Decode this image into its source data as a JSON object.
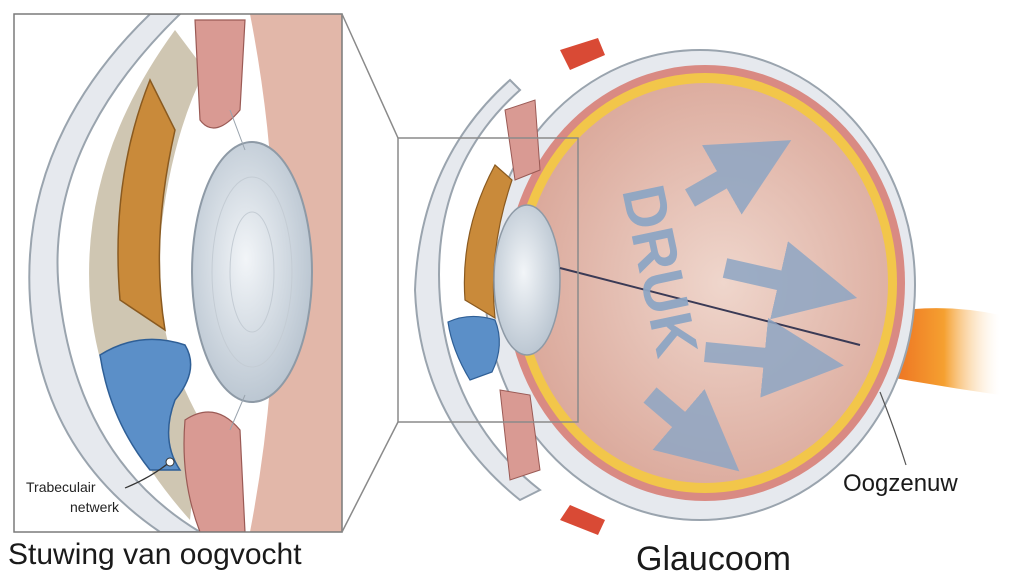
{
  "diagram": {
    "pressure_word": "DRUK",
    "labels": {
      "trabecular_line1": "Trabeculair",
      "trabecular_line2": "netwerk",
      "optic_nerve": "Oogzenuw"
    },
    "captions": {
      "left": "Stuwing van oogvocht",
      "right": "Glaucoom"
    },
    "colors": {
      "sclera": "#e6e9ee",
      "choroid": "#d98a83",
      "retina": "#f2c64a",
      "vitreous": "#e9c3b6",
      "lens": "#d7dfe6",
      "iris": "#c98a3a",
      "aqueous": "#5b8fc8",
      "nerve": "#f07a1e",
      "arrows": "#8ea6c4"
    }
  }
}
